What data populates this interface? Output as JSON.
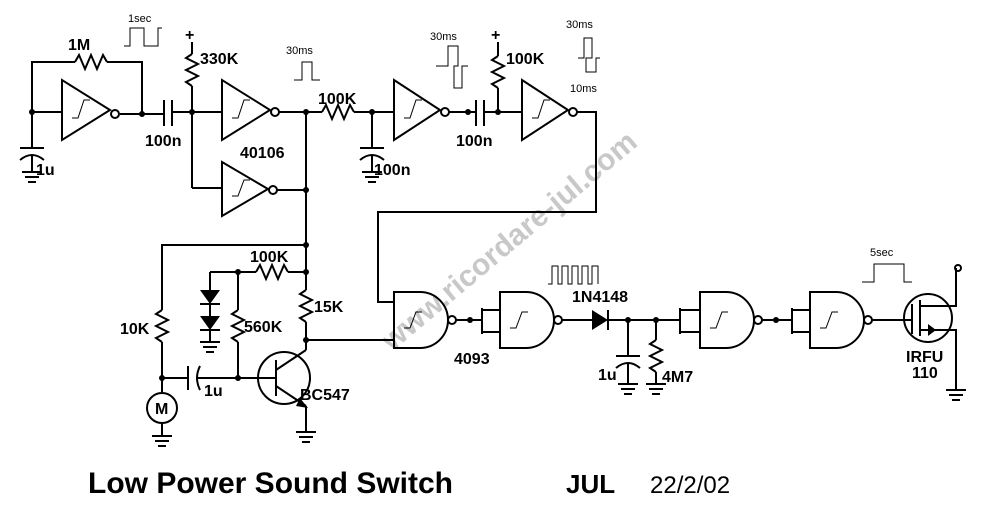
{
  "title": "Low Power Sound Switch",
  "author": "JUL",
  "date": "22/2/02",
  "watermark": "www.ricordare-jul.com",
  "components": {
    "r_1m": "1M",
    "c_1u_left": "1u",
    "c_100n_a": "100n",
    "r_330k": "330K",
    "ic_40106": "40106",
    "r_100k_mid": "100K",
    "c_100n_b": "100n",
    "c_100n_c": "100n",
    "r_100k_top": "100K",
    "r_100k_bias": "100K",
    "r_15k": "15K",
    "r_10k": "10K",
    "r_560k": "560K",
    "c_1u_mic": "1u",
    "mic": "M",
    "transistor": "BC547",
    "ic_4093": "4093",
    "diode": "1N4148",
    "c_1u_right": "1u",
    "r_4m7": "4M7",
    "mosfet_a": "IRFU",
    "mosfet_b": "110"
  },
  "waveforms": {
    "w1": "1sec",
    "w2": "30ms",
    "w3": "30ms",
    "w4_top": "30ms",
    "w4_bottom": "10ms",
    "w5": "5sec"
  },
  "supply_symbol": "+"
}
